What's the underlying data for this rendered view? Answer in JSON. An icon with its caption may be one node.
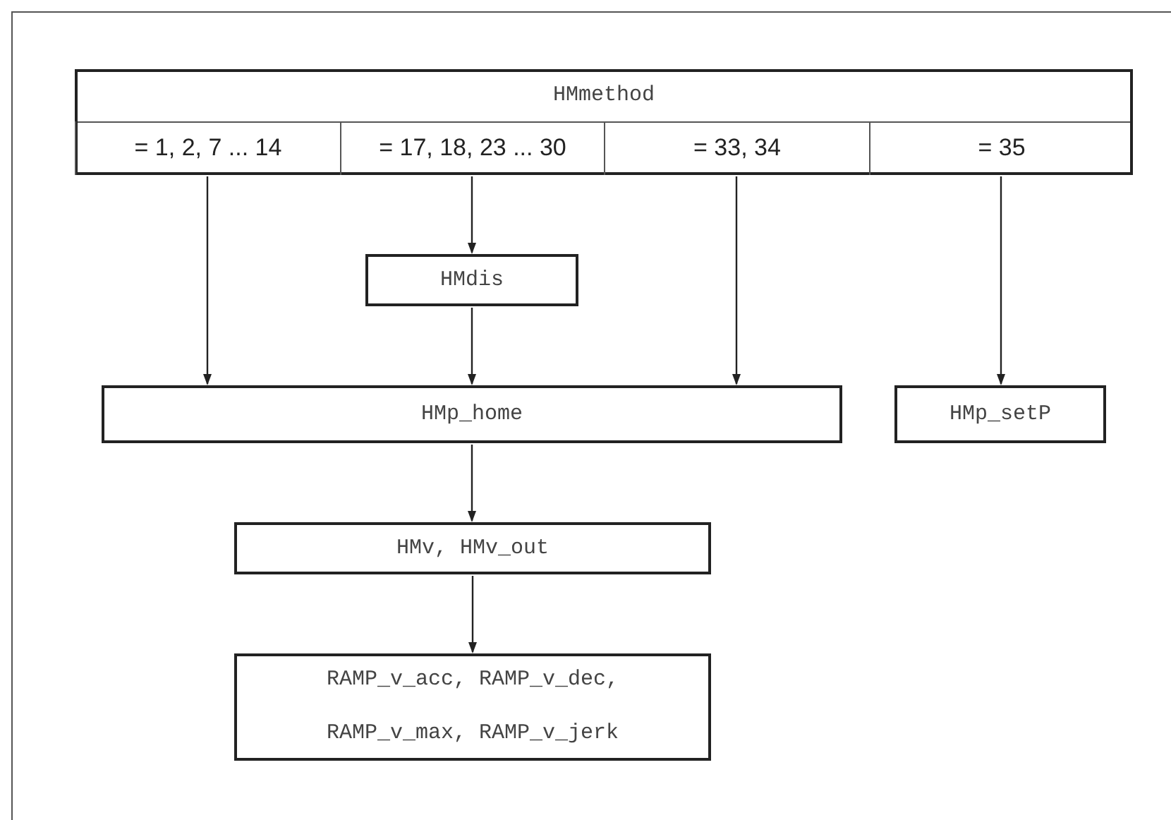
{
  "diagram": {
    "nodes": [
      {
        "text": [
          "HMmethod"
        ]
      },
      {
        "text": [
          "= 1, 2, 7 ... 14"
        ],
        "in": 0
      },
      {
        "text": [
          "= 17, 18, 23 ... 30"
        ],
        "in": 0
      },
      {
        "text": [
          "= 33, 34"
        ],
        "in": 0
      },
      {
        "text": [
          "= 35"
        ],
        "in": 0
      },
      {
        "text": [
          "HMdis"
        ]
      },
      {
        "text": [
          "HMp_home"
        ]
      },
      {
        "text": [
          "HMp_setP"
        ]
      },
      {
        "text": [
          "HMv, HMv_out"
        ]
      },
      {
        "text": [
          "RAMP_v_acc, RAMP_v_dec, RAMP_v_max, RAMP_v_jerk"
        ]
      }
    ],
    "edges": [
      {
        "from": 1,
        "to": 6,
        "arrow": "to"
      },
      {
        "from": 2,
        "to": 5,
        "arrow": "to"
      },
      {
        "from": 5,
        "to": 6,
        "arrow": "to"
      },
      {
        "from": 3,
        "to": 6,
        "arrow": "to"
      },
      {
        "from": 4,
        "to": 7,
        "arrow": "to"
      },
      {
        "from": 6,
        "to": 8,
        "arrow": "to"
      },
      {
        "from": 8,
        "to": 9,
        "arrow": "to"
      }
    ]
  }
}
